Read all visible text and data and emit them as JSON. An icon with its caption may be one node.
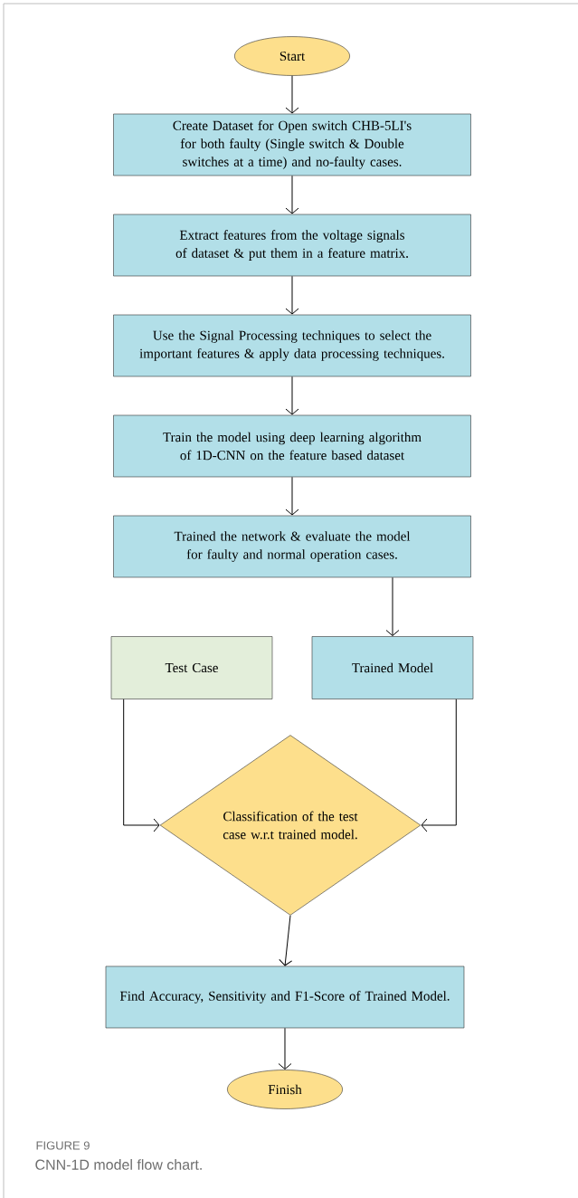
{
  "diagram": {
    "caption": "CNN-1D model flow chart.",
    "nodes": [
      {
        "text": [
          "Start"
        ]
      },
      {
        "text": [
          "Create Dataset for Open switch CHB-5LI's for both faulty (Single switch & Double switches at a time) and no-faulty cases."
        ]
      },
      {
        "text": [
          "Extract features from the voltage signals of dataset & put them in a feature matrix."
        ]
      },
      {
        "text": [
          "Use the Signal Processing techniques to select the important features & apply data processing techniques."
        ]
      },
      {
        "text": [
          "Train the model using deep learning algorithm of 1D-CNN on the feature based dataset"
        ]
      },
      {
        "text": [
          "Trained the network & evaluate the model for faulty and normal operation cases."
        ]
      },
      {
        "text": [
          "Test Case"
        ]
      },
      {
        "text": [
          "Trained Model"
        ]
      },
      {
        "text": [
          "Classification of the test case w.r.t trained model."
        ]
      },
      {
        "text": [
          "Find Accuracy, Sensitivity and F1-Score of Trained Model."
        ]
      },
      {
        "text": [
          "Finish"
        ]
      }
    ],
    "edges": [
      {
        "from": 0,
        "to": 1,
        "arrow": "to"
      },
      {
        "from": 1,
        "to": 2,
        "arrow": "to"
      },
      {
        "from": 2,
        "to": 3,
        "arrow": "to"
      },
      {
        "from": 3,
        "to": 4,
        "arrow": "to"
      },
      {
        "from": 4,
        "to": 5,
        "arrow": "to"
      },
      {
        "from": 5,
        "to": 7,
        "arrow": "to"
      },
      {
        "from": 6,
        "to": 8,
        "arrow": "to"
      },
      {
        "from": 7,
        "to": 8,
        "arrow": "to"
      },
      {
        "from": 8,
        "to": 9,
        "arrow": "to"
      },
      {
        "from": 9,
        "to": 10,
        "arrow": "to"
      }
    ],
    "labels": [
      "FIGURE 9"
    ]
  }
}
